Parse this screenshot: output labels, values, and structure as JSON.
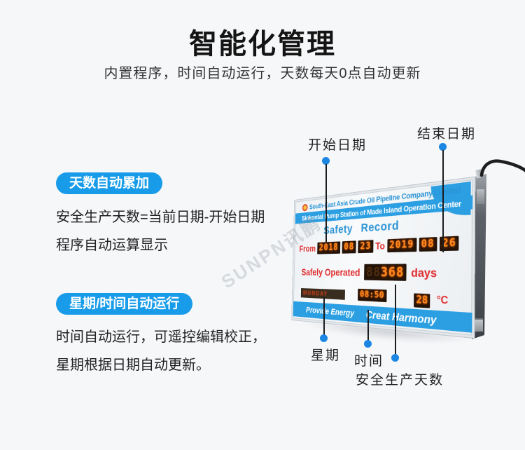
{
  "header": {
    "title": "智能化管理",
    "subtitle": "内置程序，时间自动运行，天数每天0点自动更新"
  },
  "features": [
    {
      "badge": "天数自动累加",
      "lines": [
        "安全生产天数=当前日期-开始日期",
        "程序自动运算显示"
      ]
    },
    {
      "badge": "星期/时间自动运行",
      "lines": [
        "时间自动运行，可遥控编辑校正，",
        "星期根据日期自动更新。"
      ]
    }
  ],
  "callouts": {
    "start_date": {
      "label": "开始日期"
    },
    "end_date": {
      "label": "结束日期"
    },
    "week": {
      "label": "星期"
    },
    "time": {
      "label": "时间"
    },
    "safe_days": {
      "label": "安全生产天数"
    }
  },
  "board": {
    "company": "South-East Asia Crude Oil Pipeline Company Limited",
    "station": "Sinkontal Pump Station of Made Island Operation Center",
    "record_title": "Safety Record",
    "from_label": "From",
    "to_label": "To",
    "start_year": "2018",
    "start_month": "08",
    "start_day": "23",
    "end_year": "2019",
    "end_month": "08",
    "end_day": "26",
    "operated_label": "Safely Operated",
    "days_dim": "88",
    "days_value": "368",
    "days_unit": "days",
    "weekday": "MONDAY",
    "time": "08:50",
    "temperature": "28",
    "temp_unit": "°C",
    "slogan_left": "Provide Energy",
    "slogan_right": "Creat Harmony"
  },
  "watermark": "SUNPN讯鹏",
  "colors": {
    "page_bg": "#f6f7f9",
    "accent_blue": "#189ce9",
    "banner_blue": "#2b9fe2",
    "text_blue": "#2a93d5",
    "label_red": "#e02a2c",
    "led_orange": "#ff8a1e",
    "callout_dot_blue": "#1b87e2"
  }
}
